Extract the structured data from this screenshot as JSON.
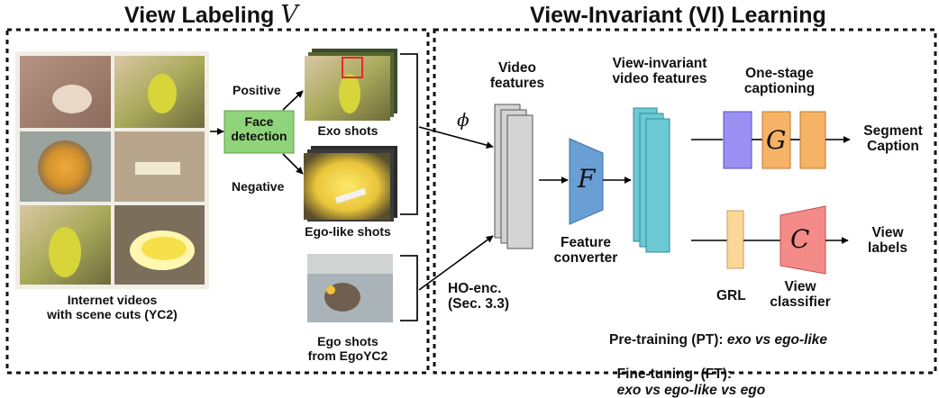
{
  "titles": {
    "left": "View Labeling",
    "left_symbol": "V",
    "right": "View-Invariant (VI) Learning"
  },
  "left_panel": {
    "internet_videos": [
      "Internet videos",
      "with scene cuts (YC2)"
    ],
    "face_detection": [
      "Face",
      "detection"
    ],
    "positive": "Positive",
    "negative": "Negative",
    "exo_shots": "Exo shots",
    "ego_like_shots": "Ego-like shots",
    "ego_shots": [
      "Ego shots",
      "from EgoYC2"
    ]
  },
  "right_panel": {
    "phi": "ϕ",
    "video_features": [
      "Video",
      "features"
    ],
    "ho_enc": [
      "HO-enc.",
      "(Sec. 3.3)"
    ],
    "F": "F",
    "feature_converter": [
      "Feature",
      "converter"
    ],
    "vi_features": [
      "View-invariant",
      "video features"
    ],
    "one_stage": [
      "One-stage",
      "captioning"
    ],
    "G": "G",
    "segment_caption": [
      "Segment",
      "Caption"
    ],
    "grl": "GRL",
    "C": "C",
    "view_classifier": [
      "View",
      "classifier"
    ],
    "view_labels": [
      "View",
      "labels"
    ],
    "pt_label": "Pre-training (PT):",
    "pt_value": "exo vs ego-like",
    "ft_label": "Fine-tuning  (FT):",
    "ft_value": "exo vs ego-like vs ego"
  },
  "colors": {
    "face_box": "#8fd47a",
    "feature": "#d4d4d4",
    "converter": "#6a9fd6",
    "vi_feature": "#6cc9d3",
    "encoder": "#9b8ff2",
    "decoder": "#f6b266",
    "grl": "#fbd79a",
    "classifier": "#f58b89",
    "photo_frame": "#f0eee6"
  }
}
